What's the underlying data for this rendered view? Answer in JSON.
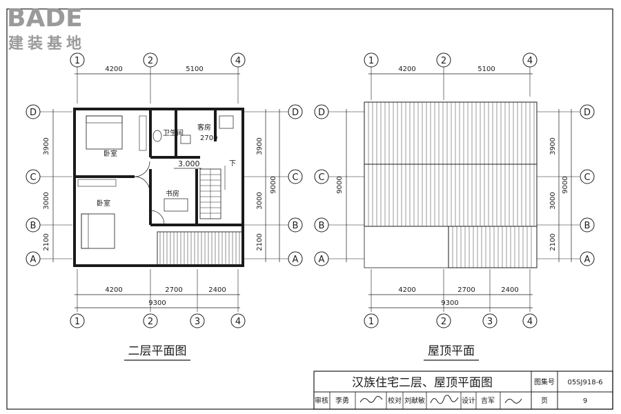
{
  "logo": {
    "brand": "BADE",
    "sub": "建装基地"
  },
  "plan_left": {
    "caption": "二层平面图",
    "axes_top": [
      "1",
      "2",
      "4"
    ],
    "axes_bottom": [
      "1",
      "2",
      "3",
      "4"
    ],
    "axes_rows": [
      "D",
      "C",
      "B",
      "A"
    ],
    "dims_top": [
      "4200",
      "5100"
    ],
    "dims_bottom": [
      "4200",
      "2700",
      "2400"
    ],
    "total_bottom": "9300",
    "dims_left": [
      "3900",
      "3000",
      "2100"
    ],
    "dims_right": [
      "3900",
      "3000",
      "2100"
    ],
    "total_right": "9000",
    "rooms": {
      "bedroom_top": "卧室",
      "bathroom": "卫生间",
      "guest_room": "客房",
      "bedroom_bottom": "卧室",
      "study": "书房"
    },
    "dim_2700": "2700",
    "elevation": "3.000",
    "stair_down": "下"
  },
  "plan_right": {
    "caption": "屋顶平面",
    "axes_top": [
      "1",
      "2",
      "4"
    ],
    "axes_bottom": [
      "1",
      "2",
      "3",
      "4"
    ],
    "axes_rows": [
      "D",
      "C",
      "B",
      "A"
    ],
    "dims_top": [
      "4200",
      "5100"
    ],
    "dims_bottom": [
      "4200",
      "2700",
      "2400"
    ],
    "total_bottom": "9300",
    "dims_right": [
      "3900",
      "3000",
      "2100"
    ],
    "total_right": "9000",
    "total_left": "9000"
  },
  "title_block": {
    "title": "汉族住宅二层、屋顶平面图",
    "atlas_label": "图集号",
    "atlas_no": "05SJ918-6",
    "review_label": "审核",
    "reviewer": "李勇",
    "check_label": "校对",
    "checker": "刘献敏",
    "design_label": "设计",
    "designer": "吉军",
    "page_label": "页",
    "page_no": "9"
  }
}
